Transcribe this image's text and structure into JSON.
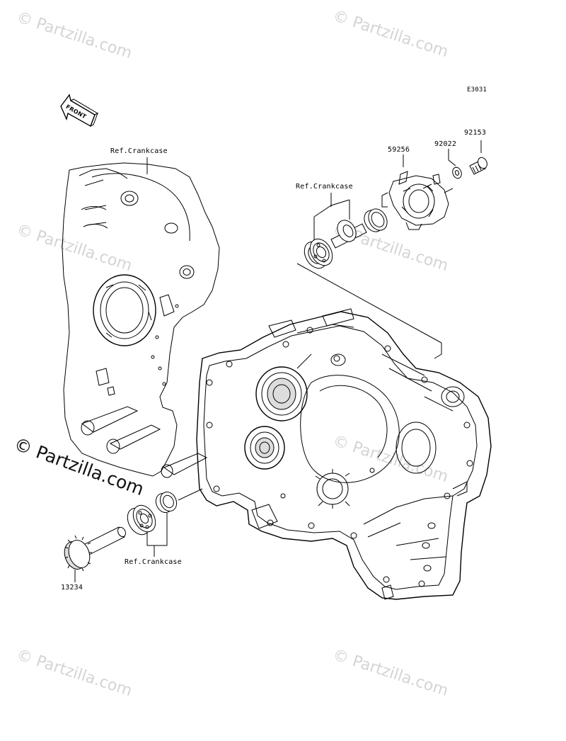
{
  "diagram_code": "E3031",
  "front_arrow_label": "FRONT",
  "labels": {
    "ref_crankcase_top": "Ref.Crankcase",
    "ref_crankcase_mid": "Ref.Crankcase",
    "ref_crankcase_bottom": "Ref.Crankcase",
    "part_59256": "59256",
    "part_92022": "92022",
    "part_92153": "92153",
    "part_13234": "13234"
  },
  "watermarks": {
    "small": "© Partzilla.com",
    "large": "© Partzilla.com"
  }
}
